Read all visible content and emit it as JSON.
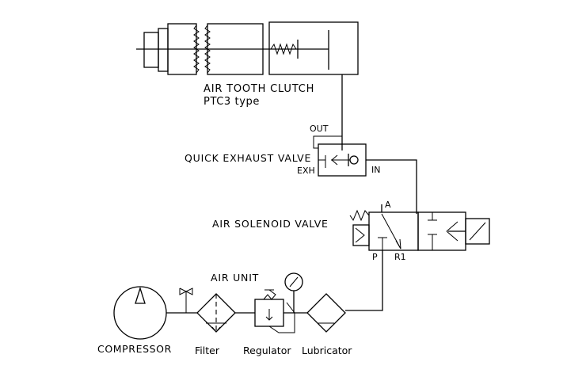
{
  "labels": {
    "clutch_name": "AIR TOOTH CLUTCH",
    "clutch_type": "PTC3 type",
    "quick_exhaust": "QUICK EXHAUST VALVE",
    "out_port": "OUT",
    "exh_port": "EXH",
    "in_port": "IN",
    "solenoid_valve": "AIR SOLENOID VALVE",
    "port_a": "A",
    "port_p": "P",
    "port_r1": "R1",
    "air_unit": "AIR UNIT",
    "compressor": "COMPRESSOR",
    "filter": "Filter",
    "regulator": "Regulator",
    "lubricator": "Lubricator"
  }
}
